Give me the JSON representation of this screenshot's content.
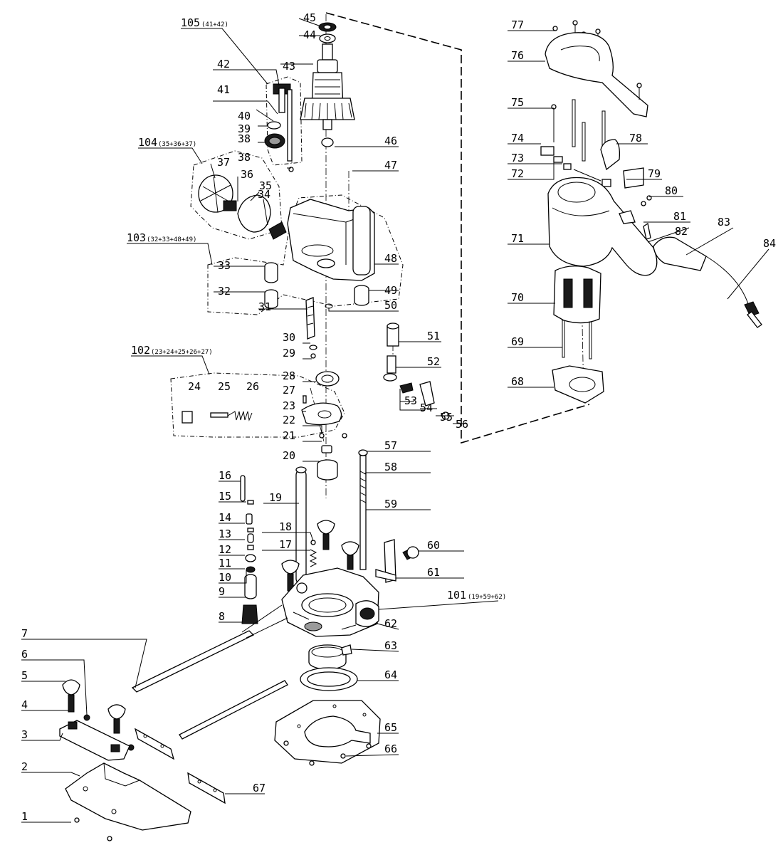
{
  "diagram": {
    "labels": [
      {
        "id": "1",
        "text": "1"
      },
      {
        "id": "2",
        "text": "2"
      },
      {
        "id": "3",
        "text": "3"
      },
      {
        "id": "4",
        "text": "4"
      },
      {
        "id": "5",
        "text": "5"
      },
      {
        "id": "6",
        "text": "6"
      },
      {
        "id": "7",
        "text": "7"
      },
      {
        "id": "8",
        "text": "8"
      },
      {
        "id": "9",
        "text": "9"
      },
      {
        "id": "10",
        "text": "10"
      },
      {
        "id": "11",
        "text": "11"
      },
      {
        "id": "12",
        "text": "12"
      },
      {
        "id": "13",
        "text": "13"
      },
      {
        "id": "14",
        "text": "14"
      },
      {
        "id": "15",
        "text": "15"
      },
      {
        "id": "16",
        "text": "16"
      },
      {
        "id": "17",
        "text": "17"
      },
      {
        "id": "18",
        "text": "18"
      },
      {
        "id": "19",
        "text": "19"
      },
      {
        "id": "20",
        "text": "20"
      },
      {
        "id": "21",
        "text": "21"
      },
      {
        "id": "22",
        "text": "22"
      },
      {
        "id": "23",
        "text": "23"
      },
      {
        "id": "24",
        "text": "24"
      },
      {
        "id": "25",
        "text": "25"
      },
      {
        "id": "26",
        "text": "26"
      },
      {
        "id": "27",
        "text": "27"
      },
      {
        "id": "28",
        "text": "28"
      },
      {
        "id": "29",
        "text": "29"
      },
      {
        "id": "30",
        "text": "30"
      },
      {
        "id": "31",
        "text": "31"
      },
      {
        "id": "32",
        "text": "32"
      },
      {
        "id": "33",
        "text": "33"
      },
      {
        "id": "34",
        "text": "34"
      },
      {
        "id": "35",
        "text": "35"
      },
      {
        "id": "36",
        "text": "36"
      },
      {
        "id": "37",
        "text": "37"
      },
      {
        "id": "38a",
        "text": "38"
      },
      {
        "id": "38b",
        "text": "38"
      },
      {
        "id": "39",
        "text": "39"
      },
      {
        "id": "40",
        "text": "40"
      },
      {
        "id": "41",
        "text": "41"
      },
      {
        "id": "42",
        "text": "42"
      },
      {
        "id": "43",
        "text": "43"
      },
      {
        "id": "44",
        "text": "44"
      },
      {
        "id": "45",
        "text": "45"
      },
      {
        "id": "46",
        "text": "46"
      },
      {
        "id": "47",
        "text": "47"
      },
      {
        "id": "48",
        "text": "48"
      },
      {
        "id": "49",
        "text": "49"
      },
      {
        "id": "50",
        "text": "50"
      },
      {
        "id": "51",
        "text": "51"
      },
      {
        "id": "52",
        "text": "52"
      },
      {
        "id": "53",
        "text": "53"
      },
      {
        "id": "54",
        "text": "54"
      },
      {
        "id": "55",
        "text": "55"
      },
      {
        "id": "56",
        "text": "56"
      },
      {
        "id": "57",
        "text": "57"
      },
      {
        "id": "58",
        "text": "58"
      },
      {
        "id": "59",
        "text": "59"
      },
      {
        "id": "60",
        "text": "60"
      },
      {
        "id": "61",
        "text": "61"
      },
      {
        "id": "62",
        "text": "62"
      },
      {
        "id": "63",
        "text": "63"
      },
      {
        "id": "64",
        "text": "64"
      },
      {
        "id": "65",
        "text": "65"
      },
      {
        "id": "66",
        "text": "66"
      },
      {
        "id": "67",
        "text": "67"
      },
      {
        "id": "68",
        "text": "68"
      },
      {
        "id": "69",
        "text": "69"
      },
      {
        "id": "70",
        "text": "70"
      },
      {
        "id": "71",
        "text": "71"
      },
      {
        "id": "72",
        "text": "72"
      },
      {
        "id": "73",
        "text": "73"
      },
      {
        "id": "74",
        "text": "74"
      },
      {
        "id": "75",
        "text": "75"
      },
      {
        "id": "76",
        "text": "76"
      },
      {
        "id": "77",
        "text": "77"
      },
      {
        "id": "78",
        "text": "78"
      },
      {
        "id": "79",
        "text": "79"
      },
      {
        "id": "80",
        "text": "80"
      },
      {
        "id": "81",
        "text": "81"
      },
      {
        "id": "82",
        "text": "82"
      },
      {
        "id": "83",
        "text": "83"
      },
      {
        "id": "84",
        "text": "84"
      }
    ],
    "assemblies": [
      {
        "id": "101",
        "text": "101",
        "sub": "(19+59+62)"
      },
      {
        "id": "102",
        "text": "102",
        "sub": "(23+24+25+26+27)"
      },
      {
        "id": "103",
        "text": "103",
        "sub": "(32+33+48+49)"
      },
      {
        "id": "104",
        "text": "104",
        "sub": "(35+36+37)"
      },
      {
        "id": "105",
        "text": "105",
        "sub": "(41+42)"
      }
    ]
  }
}
